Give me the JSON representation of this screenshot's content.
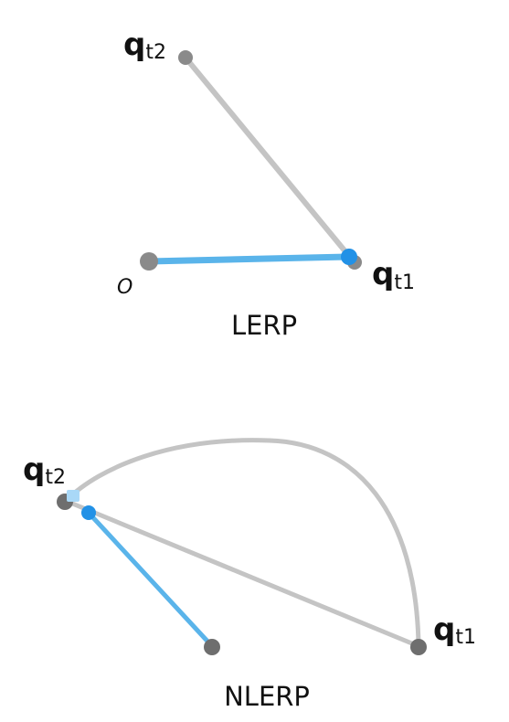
{
  "lerp_panel": {
    "caption": "LERP",
    "origin_label": "O",
    "q_t2": {
      "base": "q",
      "sub": "t2"
    },
    "q_t1": {
      "base": "q",
      "sub": "t1"
    }
  },
  "nlerp_panel": {
    "caption": "NLERP",
    "q_t2": {
      "base": "q",
      "sub": "t2"
    },
    "q_t1": {
      "base": "q",
      "sub": "t1"
    }
  },
  "colors": {
    "gray_line": "#c4c4c4",
    "gray_point": "#8a8a8a",
    "gray_point_dark": "#6e6e6e",
    "blue_line": "#5ab4ea",
    "blue_point": "#2291e6",
    "blue_light": "#a9d8f7"
  }
}
